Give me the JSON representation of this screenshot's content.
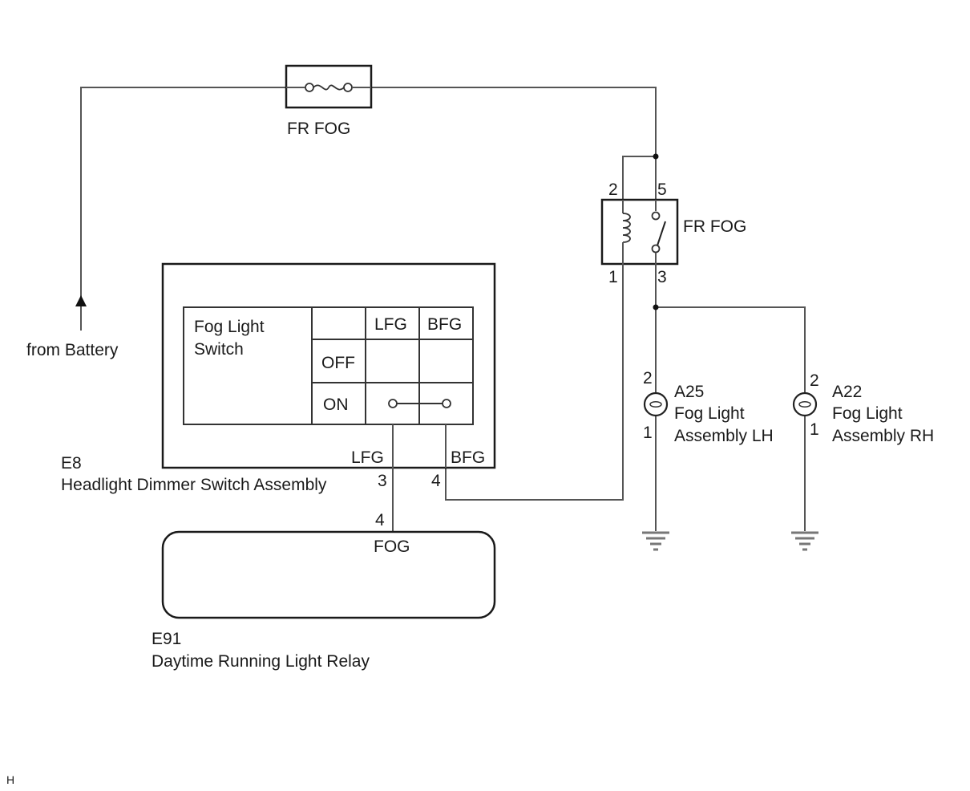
{
  "diagram": {
    "type": "wiring-schematic",
    "fuse": {
      "label": "FR FOG"
    },
    "battery": {
      "label": "from Battery"
    },
    "relay": {
      "label": "FR FOG",
      "pins": {
        "coil_in": "2",
        "switch_in": "5",
        "coil_out": "1",
        "switch_out": "3"
      }
    },
    "switch_assembly": {
      "code": "E8",
      "name": "Headlight Dimmer Switch Assembly",
      "table": {
        "title_line1": "Fog Light",
        "title_line2": "Switch",
        "columns": [
          "LFG",
          "BFG"
        ],
        "rows": [
          {
            "position": "OFF",
            "connected": false
          },
          {
            "position": "ON",
            "connected": true
          }
        ]
      },
      "terminals": [
        {
          "name": "LFG",
          "pin": "3"
        },
        {
          "name": "BFG",
          "pin": "4"
        }
      ]
    },
    "drl_relay": {
      "code": "E91",
      "name": "Daytime Running Light Relay",
      "terminal": {
        "name": "FOG",
        "pin": "4"
      }
    },
    "lamps": [
      {
        "code": "A25",
        "name_line1": "Fog Light",
        "name_line2": "Assembly LH",
        "pin_top": "2",
        "pin_bottom": "1"
      },
      {
        "code": "A22",
        "name_line1": "Fog Light",
        "name_line2": "Assembly RH",
        "pin_top": "2",
        "pin_bottom": "1"
      }
    ],
    "corner_label": "H"
  }
}
